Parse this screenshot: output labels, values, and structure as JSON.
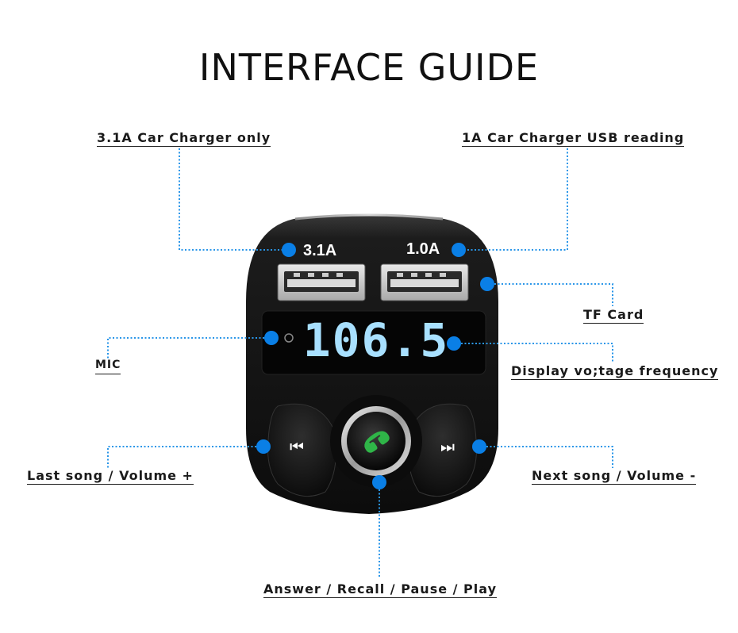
{
  "title": "INTERFACE GUIDE",
  "device": {
    "port_left_label": "3.1A",
    "port_right_label": "1.0A",
    "display_value": "106.5",
    "prev_glyph": "⏮",
    "next_glyph": "⏭",
    "phone_icon": "phone-icon"
  },
  "callouts": {
    "charger_31": "3.1A Car Charger only",
    "charger_1a": "1A Car Charger USB reading",
    "tf_card": "TF Card",
    "mic": "MIC",
    "display": "Display vo;tage frequency",
    "last_song": "Last song / Volume +",
    "next_song": "Next song / Volume -",
    "answer": "Answer / Recall / Pause / Play"
  },
  "colors": {
    "dot": "#0a7fe6",
    "leader": "#2a96e8",
    "lcd": "#9fdcff",
    "body": "#141414",
    "phone": "#2fb548"
  }
}
